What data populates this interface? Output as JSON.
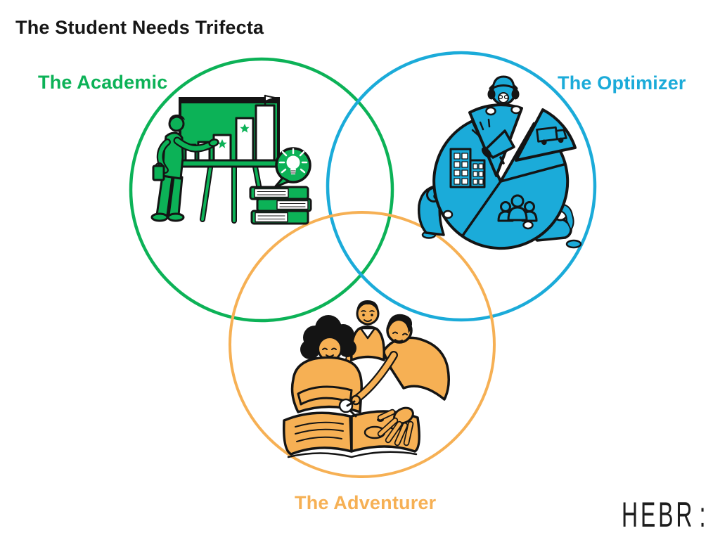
{
  "page": {
    "title": "The Student Needs Trifecta",
    "background_color": "#ffffff",
    "title_color": "#161616"
  },
  "venn": {
    "type": "venn-diagram",
    "sets": [
      {
        "id": "academic",
        "label": "The Academic",
        "color": "#0cb257",
        "illustration": "presenter-at-easel-bar-chart-with-stars-flag-books-and-lightbulb-bubble"
      },
      {
        "id": "optimizer",
        "label": "The Optimizer",
        "color": "#1babd9",
        "illustration": "pie-chart-with-megaphone-truck-building-people-icons-and-small-figures"
      },
      {
        "id": "adventurer",
        "label": "The Adventurer",
        "color": "#f6b054",
        "illustration": "three-people-reading-a-large-open-book-together"
      }
    ]
  },
  "logo": {
    "text": "HEBR",
    "suffix": ":"
  }
}
